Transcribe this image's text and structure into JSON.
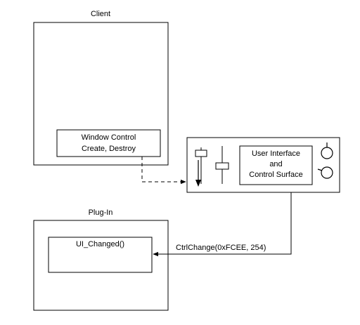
{
  "client": {
    "title": "Client",
    "window_control": {
      "line1": "Window Control",
      "line2": "Create, Destroy"
    }
  },
  "ui_panel": {
    "text_line1": "User Interface",
    "text_line2": "and",
    "text_line3": "Control Surface"
  },
  "plugin": {
    "title": "Plug-In",
    "function_label": "UI_Changed()"
  },
  "message": {
    "label": "CtrlChange(0xFCEE, 254)"
  }
}
